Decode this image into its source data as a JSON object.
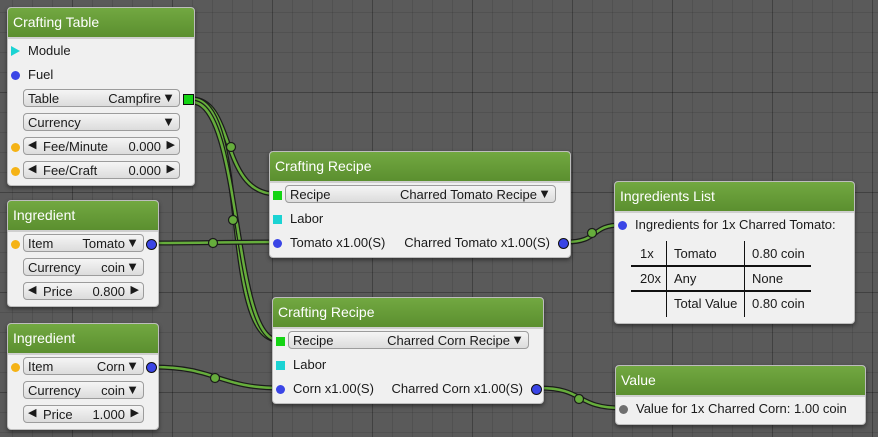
{
  "colors": {
    "header": "#67a03a",
    "wire": "#5b9b35",
    "pin_blue": "#3a45e6",
    "pin_orange": "#f5b316",
    "pin_cyan": "#1bd3d3",
    "pin_green": "#14d414",
    "pin_grey": "#6f6f6f"
  },
  "crafting_table": {
    "title": "Crafting Table",
    "module_label": "Module",
    "fuel_label": "Fuel",
    "table_label": "Table",
    "table_value": "Campfire",
    "currency_label": "Currency",
    "fee_minute_label": "Fee/Minute",
    "fee_minute_value": "0.000",
    "fee_craft_label": "Fee/Craft",
    "fee_craft_value": "0.000"
  },
  "ingredient_tomato": {
    "title": "Ingredient",
    "item_label": "Item",
    "item_value": "Tomato",
    "currency_label": "Currency",
    "currency_value": "coin",
    "price_label": "Price",
    "price_value": "0.800"
  },
  "ingredient_corn": {
    "title": "Ingredient",
    "item_label": "Item",
    "item_value": "Corn",
    "currency_label": "Currency",
    "currency_value": "coin",
    "price_label": "Price",
    "price_value": "1.000"
  },
  "recipe_tomato": {
    "title": "Crafting Recipe",
    "recipe_label": "Recipe",
    "recipe_value": "Charred Tomato Recipe",
    "labor_label": "Labor",
    "input_label": "Tomato x1.00(S)",
    "output_label": "Charred Tomato x1.00(S)"
  },
  "recipe_corn": {
    "title": "Crafting Recipe",
    "recipe_label": "Recipe",
    "recipe_value": "Charred Corn Recipe",
    "labor_label": "Labor",
    "input_label": "Corn x1.00(S)",
    "output_label": "Charred Corn x1.00(S)"
  },
  "ingredients_list": {
    "title": "Ingredients List",
    "input_label": "Ingredients for 1x Charred Tomato:",
    "rows": [
      {
        "qty": "1x",
        "name": "Tomato",
        "cost": "0.80 coin"
      },
      {
        "qty": "20x",
        "name": "Any",
        "cost": "None"
      }
    ],
    "total_label": "Total Value",
    "total_value": "0.80 coin"
  },
  "value_node": {
    "title": "Value",
    "label": "Value for 1x Charred Corn: 1.00 coin"
  },
  "icons": {
    "dropdown": "▼",
    "arrow_left": "◀",
    "arrow_right": "▶"
  }
}
